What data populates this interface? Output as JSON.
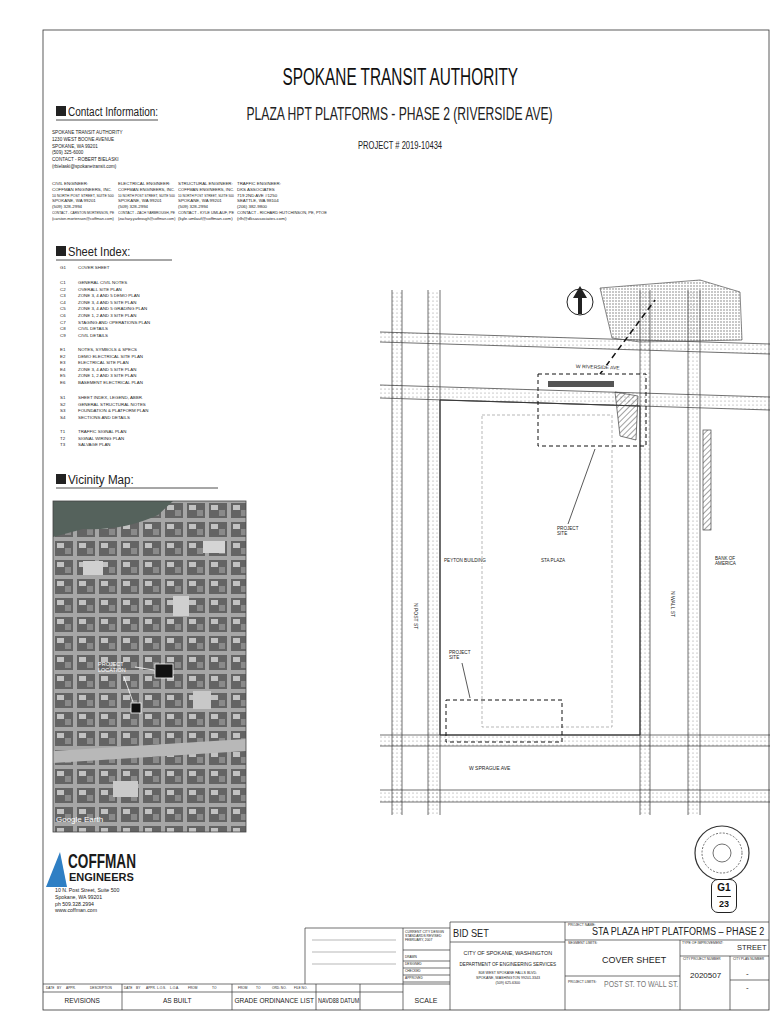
{
  "diagram": {
    "title": "SPOKANE TRANSIT AUTHORITY",
    "nodes": [
      {
        "text": [
          "G1",
          "23"
        ]
      }
    ],
    "labels": [
      "PLAZA HPT PLATFORMS - PHASE 2 (RIVERSIDE AVE)",
      "PROJECT # 2019-10434",
      "Contact Information:",
      "SPOKANE TRANSIT AUTHORITY",
      "1230 WEST BOONE AVENUE",
      "SPOKANE, WA 99201",
      "(509) 325-6000",
      "CONTACT - ROBERT BIELASKI",
      "(rbielaski@spokanetransit.com)",
      "CIVIL ENGINEER:",
      "COFFMAN ENGINEERS, INC.",
      "10 NORTH POST STREET, SUITE 500",
      "SPOKANE, WA 99201",
      "(509) 328-2994",
      "CONTACT - CARSTON MORTENSON, PE",
      "(carston.mortenson@coffman.com)",
      "ELECTRICAL ENGINEER:",
      "COFFMAN ENGINEERS, INC.",
      "10 NORTH POST STREET, SUITE 500",
      "SPOKANE, WA 99201",
      "(509) 328-2994",
      "CONTACT - ZACH YARBROUGH, PE",
      "(zachary.yarbrough@coffman.com)",
      "STRUCTURAL ENGINEER:",
      "COFFMAN ENGINEERS, INC.",
      "10 NORTH POST STREET, SUITE 500",
      "SPOKANE, WA 99201",
      "(509) 328-2994",
      "CONTACT - KYLE UMLAUF, PE",
      "(kyle.umlauf@coffman.com)",
      "TRAFFIC ENGINEER:",
      "DKS ASSOCIATES",
      "719 2ND AVE #1250",
      "SEATTLE, WA 98104",
      "(206) 382-9800",
      "CONTACT - RICHARD HUTCHINSON, PE, PTOE",
      "(rlh@dksassociates.com)",
      "Sheet Index:",
      "G1",
      "COVER SHEET",
      "C1",
      "GENERAL CIVIL NOTES",
      "C2",
      "OVERALL SITE PLAN",
      "C3",
      "ZONE 3, 4 AND 5 DEMO PLAN",
      "C4",
      "ZONE 3, 4 AND 5 SITE PLAN",
      "C5",
      "ZONE 3, 4 AND 5 GRADING PLAN",
      "C6",
      "ZONE 1, 2 AND 3 SITE PLAN",
      "C7",
      "STAGING AND OPERATIONS PLAN",
      "C8",
      "CIVIL DETAILS",
      "C9",
      "CIVIL DETAILS",
      "E1",
      "NOTES, SYMBOLS & SPECS",
      "E2",
      "DEMO ELECTRICAL SITE PLAN",
      "E3",
      "ELECTRICAL SITE PLAN",
      "E4",
      "ZONE 3, 4 AND 5 SITE PLAN",
      "E5",
      "ZONE 1, 2 AND 3 SITE PLAN",
      "E6",
      "BASEMENT ELECTRICAL PLAN",
      "S1",
      "SHEET INDEX, LEGEND, ABBR.",
      "S2",
      "GENERAL STRUCTURAL NOTES",
      "S3",
      "FOUNDATION & PLATFORM PLAN",
      "S4",
      "SECTIONS AND DETAILS",
      "T1",
      "TRAFFIC SIGNAL PLAN",
      "T2",
      "SIGNAL WIRING PLAN",
      "T3",
      "SALVAGE PLAN",
      "Vicinity Map:",
      "PROJECT LOCATION",
      "Google Earth",
      "W RIVERSIDE AVE",
      "W SPRAGUE AVE",
      "N POST ST",
      "N WALL ST",
      "PROJECT SITE",
      "PEYTON BUILDING",
      "STA PLAZA",
      "BANK OF AMERICA",
      "PROJECT SITE",
      "COFFMAN",
      "ENGINEERS",
      "10 N. Post Street, Suite 500",
      "Spokane, WA 99201",
      "ph 509.328.2994",
      "www.coffman.com",
      "BID SET",
      "CITY OF SPOKANE, WASHINGTON",
      "DEPARTMENT OF ENGINEERING SERVICES",
      "808 WEST SPOKANE FALLS BLVD.",
      "SPOKANE, WASHINGTON 99201-3343",
      "(509) 625-6300",
      "PROJECT NAME:",
      "STA PLAZA HPT PLATFORMS – PHASE 2",
      "SEGMENT LIMITS:",
      "COVER SHEET",
      "PROJECT LIMITS:",
      "POST ST. TO WALL ST.",
      "TYPE OF IMPROVEMENT:",
      "STREET",
      "CITY PROJECT NUMBER",
      "CITY PLAN NUMBER",
      "2020507",
      "-",
      "-",
      "REVISIONS",
      "AS BUILT",
      "GRADE ORDINANCE LIST",
      "NAVD88 DATUM",
      "SCALE",
      "DATE",
      "BY",
      "APPR.",
      "DESCRIPTION",
      "DATE",
      "BY",
      "APPR.",
      "L.O.S.",
      "L.O.A.",
      "FROM",
      "TO",
      "FROM",
      "TO",
      "ORD. NO.",
      "FILE NO.",
      "CURRENT CITY DESIGN STANDARDS REVISED FEBRUARY, 2007",
      "DRAWN",
      "DESIGNED",
      "CHECKED",
      "APPROVED"
    ]
  }
}
